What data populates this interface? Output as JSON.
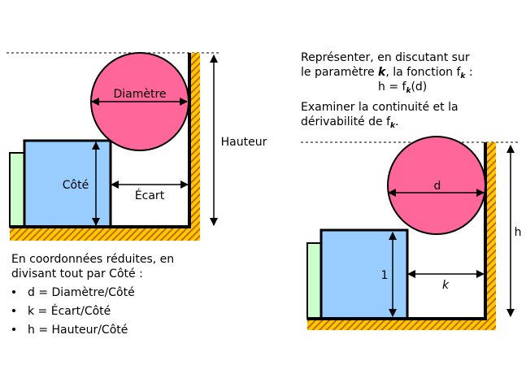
{
  "colors": {
    "square": "#99ccff",
    "circle": "#ff6699",
    "block": "#ccffcc",
    "hatch_a": "#ffcc00",
    "hatch_b": "#cc6600"
  },
  "left_diagram": {
    "diameter_label": "Diamètre",
    "side_label": "Côté",
    "gap_label": "Écart",
    "height_label": "Hauteur"
  },
  "right_diagram": {
    "diameter_label": "d",
    "side_label": "1",
    "gap_label": "k",
    "height_label": "h"
  },
  "instructions": {
    "line1": "Représenter, en discutant sur",
    "line2_a": "le paramètre ",
    "line2_k": "k",
    "line2_b": ",  la fonction f",
    "line2_sub": "k",
    "line2_c": " :",
    "line3_a": "h = f",
    "line3_sub": "k",
    "line3_b": "(d)",
    "line4": "Examiner la continuité et  la",
    "line5_a": "dérivabilité de f",
    "line5_sub": "k",
    "line5_b": "."
  },
  "reduced": {
    "intro1": "En coordonnées réduites, en",
    "intro2": "divisant tout par Côté :",
    "bullets": [
      "d = Diamètre/Côté",
      "k = Écart/Côté",
      "h = Hauteur/Côté"
    ]
  }
}
